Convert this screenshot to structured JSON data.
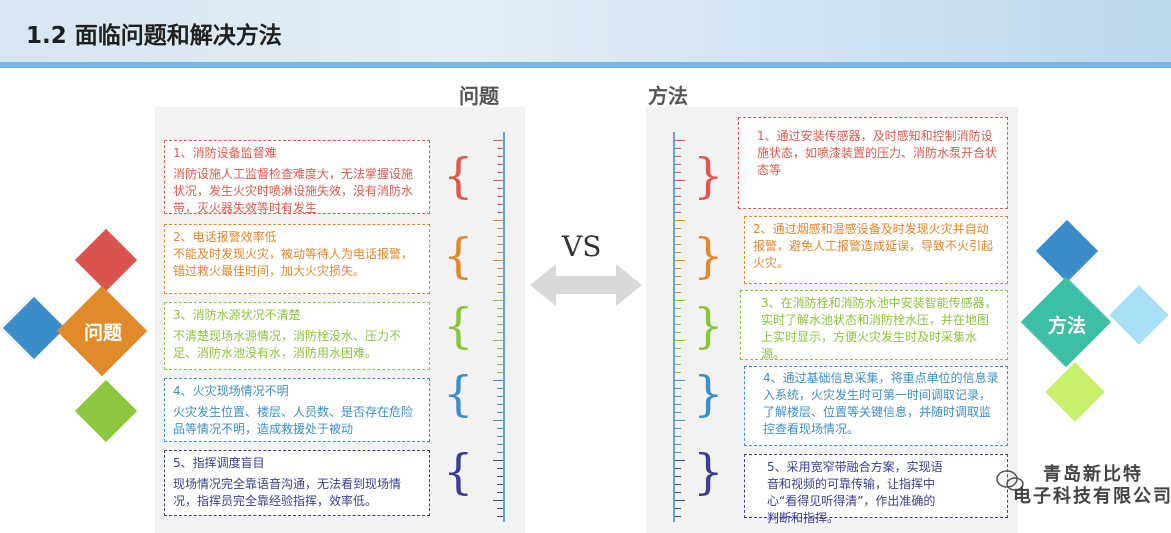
{
  "title": "1.2  面临问题和解决方法",
  "problems_heading": "问题",
  "methods_heading": "方法",
  "vs": "VS",
  "left_diamond_label": "问题",
  "right_diamond_label": "方法",
  "problems": [
    {
      "title": "1、消防设备监督难",
      "body": "消防设施人工监督检查难度大，无法掌握设施状况，发生火灾时喷淋设施失效，没有消防水带，灭火器失效等时有发生",
      "color": "#e0584c"
    },
    {
      "title": "2、电话报警效率低",
      "body": "不能及时发现火灾，被动等待人为电话报警，错过救火最佳时间，加大火灾损失。",
      "color": "#e4862a"
    },
    {
      "title": "3、消防水源状况不清楚",
      "body": "不清楚现场水源情况，消防栓没水、压力不足、消防水池没有水，消防用水困难。",
      "color": "#8cc43b"
    },
    {
      "title": "4、火灾现场情况不明",
      "body": "火灾发生位置、楼层、人员数、是否存在危险品等情况不明，造成救援处于被动",
      "color": "#3d8fc9"
    },
    {
      "title": "5、指挥调度盲目",
      "body": "现场情况完全靠语音沟通，无法看到现场情况，指挥员完全靠经验指挥，效率低。",
      "color": "#3a3f8f"
    }
  ],
  "methods": [
    {
      "text": "1、通过安装传感器，及时感知和控制消防设施状态，如喷漆装置的压力、消防水泵开合状态等",
      "color": "#e0584c"
    },
    {
      "text": "2、通过烟感和温感设备及时发现火灾并自动报警，避免人工报警造成延误，导致不火引起火灾。",
      "color": "#e4862a"
    },
    {
      "text": "3、在消防栓和消防水池中安装智能传感器，实时了解水池状态和消防栓水压，并在地图上实时显示，方便火灾发生时及时采集水源。",
      "color": "#8cc43b"
    },
    {
      "text": "4、通过基础信息采集，将重点单位的信息录入系统，火灾发生时可第一时间调取记录，了解楼层、位置等关键信息，并随时调取监控查看现场情况。",
      "color": "#3d8fc9"
    },
    {
      "text": "5、采用宽窄带融合方案，实现语音和视频的可靠传输，让指挥中心“看得见听得清”，作出准确的判断和指挥。",
      "color": "#3a3f8f"
    }
  ],
  "logo": {
    "line1": "青岛新比特",
    "line2": "电子科技有限公司"
  },
  "colors": {
    "red": "#d9534f",
    "orange": "#e08a2c",
    "green": "#8dc63f",
    "blue": "#3a8dc8",
    "teal": "#3dbfa6",
    "lightblue": "#a9dff5"
  }
}
